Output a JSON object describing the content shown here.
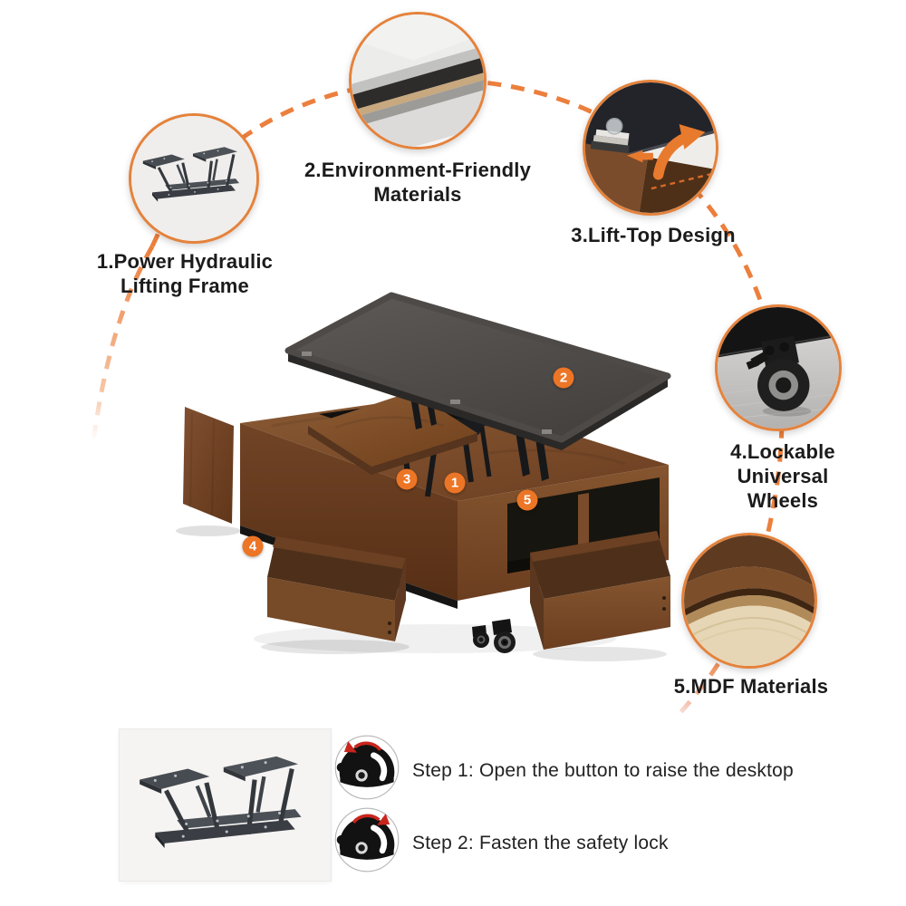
{
  "features": [
    {
      "number": "1",
      "label": "1.Power Hydraulic\nLifting Frame"
    },
    {
      "number": "2",
      "label": "2.Environment-Friendly\nMaterials"
    },
    {
      "number": "3",
      "label": "3.Lift-Top Design"
    },
    {
      "number": "4",
      "label": "4.Lockable Universal\nWheels"
    },
    {
      "number": "5",
      "label": "5.MDF Materials"
    }
  ],
  "steps": [
    {
      "icon": "rotate-left-knob-icon",
      "label": "Step 1: Open the button to raise the desktop"
    },
    {
      "icon": "rotate-right-knob-icon",
      "label": "Step 2:  Fasten the safety lock"
    }
  ],
  "colors": {
    "accent": "#EC7526",
    "circle_border": "#E5823B",
    "dash": "#EC7F3D",
    "arrow_red": "#C9251C",
    "text": "#1B1B1B"
  }
}
